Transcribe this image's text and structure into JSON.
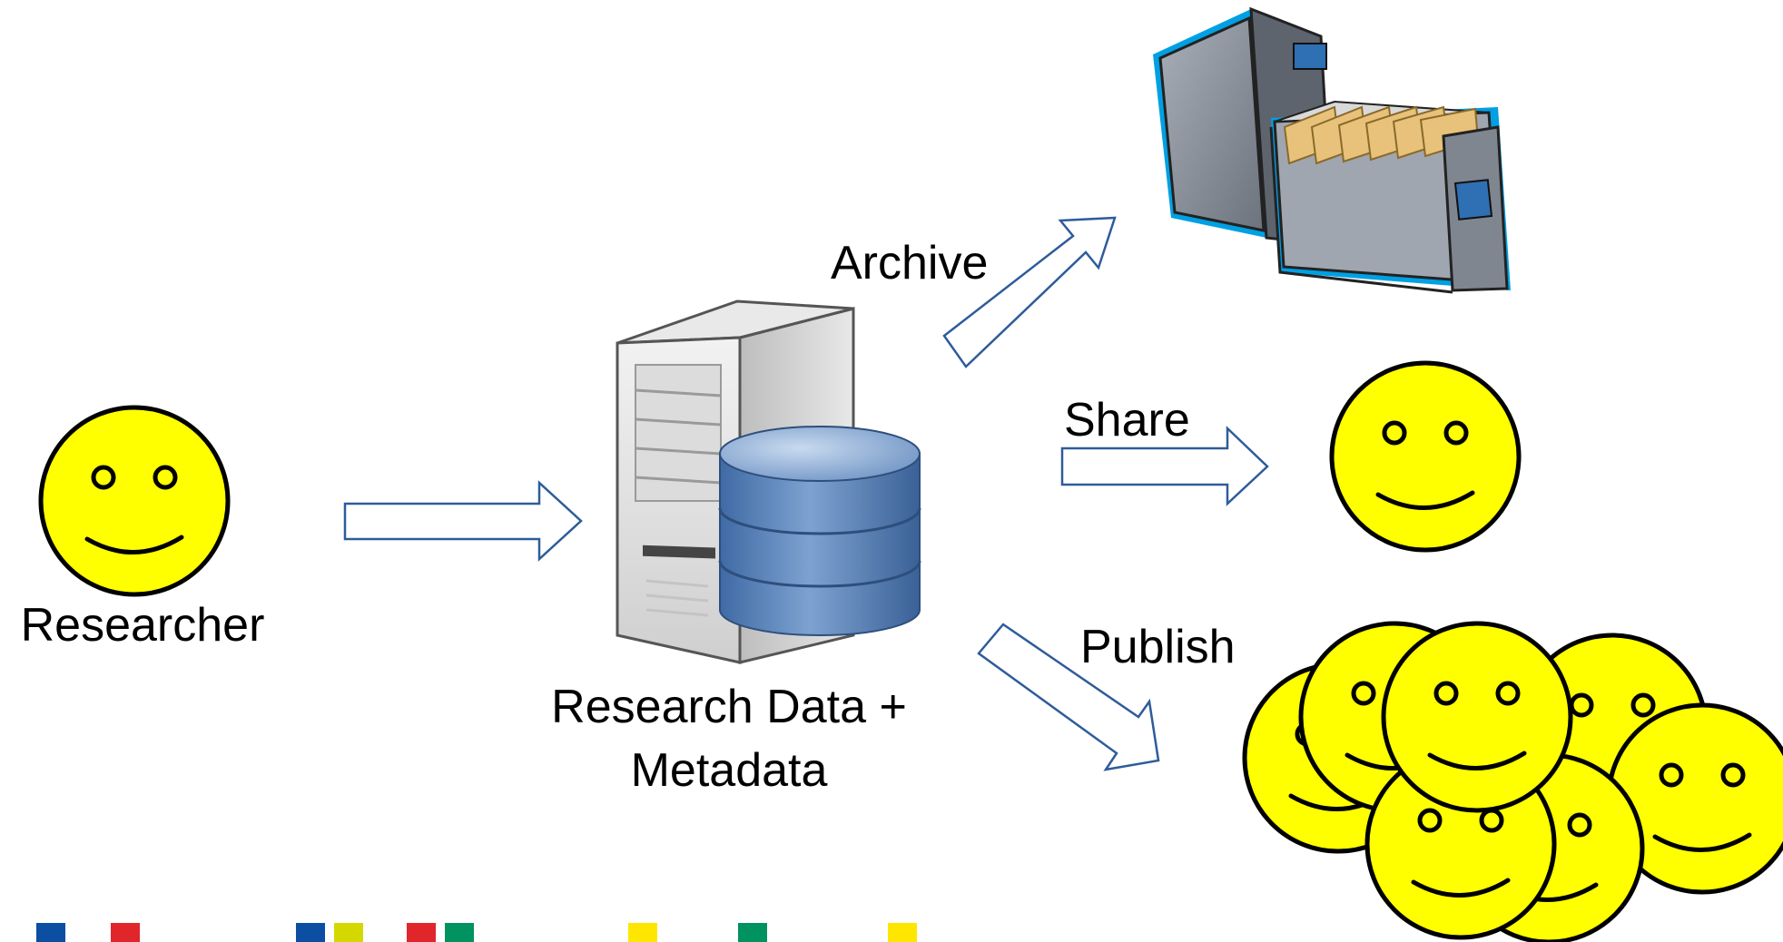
{
  "labels": {
    "researcher": "Researcher",
    "storage_line1": "Research Data +",
    "storage_line2": "Metadata",
    "archive": "Archive",
    "share": "Share",
    "publish": "Publish"
  },
  "icons": {
    "researcher": "smiley-face-icon",
    "storage": "server-database-icon",
    "archive": "filing-cabinet-icon",
    "share": "smiley-face-icon",
    "publish": "smiley-crowd-icon"
  },
  "colors": {
    "face_fill": "#ffff00",
    "arrow_stroke": "#2e5c9a",
    "database_blue": "#4f81bd",
    "cabinet_outline": "#00a0e3"
  },
  "footer_color_blocks": [
    "#0b4ea2",
    "#e1262b",
    "#0b4ea2",
    "#d4d800",
    "#e1262b",
    "#00935f",
    "#ffe600",
    "#00935f",
    "#ffe600"
  ]
}
